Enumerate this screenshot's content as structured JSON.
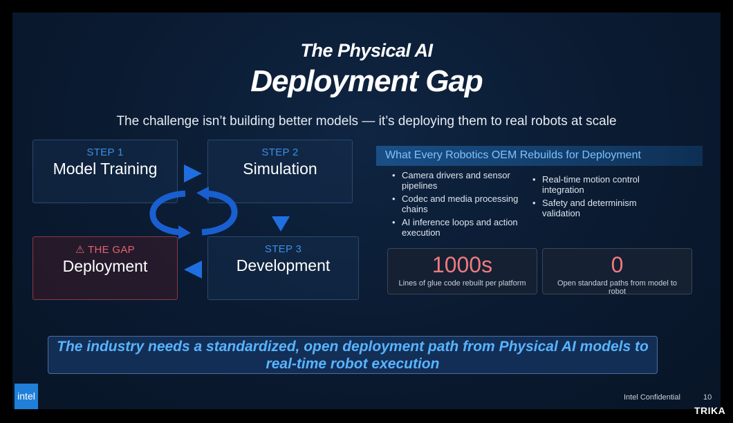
{
  "slide": {
    "title_line1": "The Physical AI",
    "title_line2": "Deployment Gap",
    "subtitle": "The challenge isn’t building better models — it’s deploying them to real robots at scale",
    "steps": [
      {
        "label": "STEP 1",
        "name": "Model Training"
      },
      {
        "label": "STEP 2",
        "name": "Simulation"
      },
      {
        "label": "STEP 3",
        "name": "Development"
      },
      {
        "label": "⚠ THE GAP",
        "name": "Deployment"
      }
    ],
    "panel_heading": "What Every Robotics OEM Rebuilds for Deployment",
    "bullets_left": [
      "Camera drivers and sensor pipelines",
      "Codec and media processing chains",
      "AI inference loops and action execution"
    ],
    "bullets_right": [
      "Real-time motion control integration",
      "Safety and determinism validation"
    ],
    "stats": [
      {
        "value": "1000s",
        "caption": "Lines of glue code rebuilt per platform"
      },
      {
        "value": "0",
        "caption": "Open standard paths from model to robot"
      }
    ],
    "banner": "The industry needs a standardized, open deployment path from Physical AI models to real-time robot execution",
    "logo": "intel",
    "footer": "Intel Confidential",
    "page_number": "10"
  },
  "watermark": "TRIKA",
  "colors": {
    "background": "#0a1a30",
    "accent_blue": "#1f6fe0",
    "step_label": "#3d8fe6",
    "gap_red": "#e06470",
    "stat_value": "#f07a80",
    "banner_text": "#58b4ff"
  }
}
